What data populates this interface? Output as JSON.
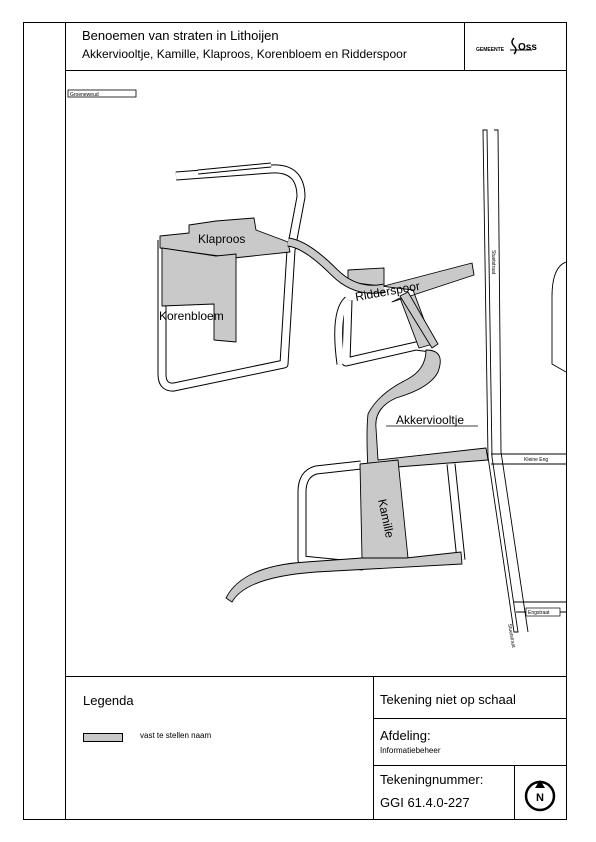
{
  "header": {
    "title": "Benoemen van straten in Lithoijen",
    "subtitle": "Akkerviooltje, Kamille, Klaproos, Korenbloem en Ridderspoor",
    "logo_prefix": "GEMEENTE",
    "logo_name": "Oss"
  },
  "map": {
    "street_labels": {
      "klaproos": "Klaproos",
      "korenbloem": "Korenbloem",
      "ridderspoor": "Ridderspoor",
      "akkerviooltje": "Akkerviooltje",
      "kamille": "Kamille"
    },
    "small_labels": {
      "groeneweg": "Groeneweud",
      "stuetstraat_top": "Stuetstraat",
      "kleine_eng": "Kleine Eng",
      "engstraat": "Engstraat",
      "stuetstraat_bottom": "Stuetstraat"
    },
    "colors": {
      "street_fill": "#c9c9c9",
      "outline": "#000000"
    },
    "north_arrow_label": "N"
  },
  "legend": {
    "title": "Legenda",
    "item_label": "vast te stellen naam"
  },
  "info": {
    "scale_text": "Tekening niet op schaal",
    "afdeling_label": "Afdeling:",
    "afdeling_value": "Informatiebeheer",
    "tekening_label": "Tekeningnummer:",
    "tekening_value": "GGI 61.4.0-227"
  }
}
